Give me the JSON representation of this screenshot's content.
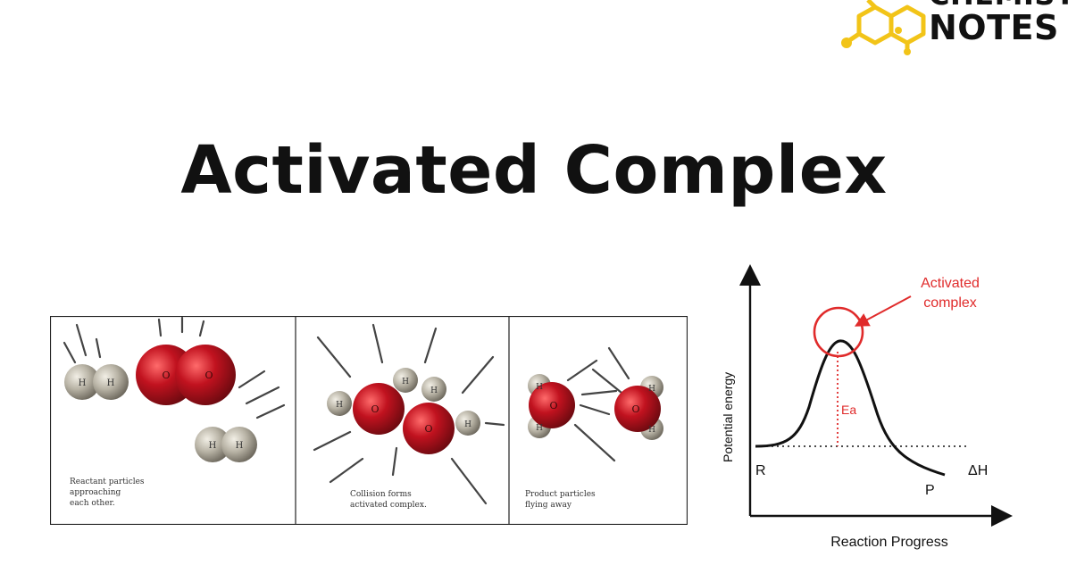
{
  "logo": {
    "line1": "CHEMIST",
    "line2": "NOTES",
    "color": "#f2c418"
  },
  "title": "Activated Complex",
  "panels": {
    "panel1": {
      "caption": "Reactant particles\napproaching\neach other."
    },
    "panel2": {
      "caption": "Collision forms\nactivated complex."
    },
    "panel3": {
      "caption": "Product particles\nflying away"
    },
    "atom_labels": {
      "hydrogen": "H",
      "oxygen": "O"
    },
    "colors": {
      "oxygen": "#c1121f",
      "hydrogen": "#b9b4a6"
    }
  },
  "energy_diagram": {
    "annotation": {
      "line1": "Activated",
      "line2": "complex"
    },
    "y_axis_label": "Potential energy",
    "x_axis_label": "Reaction Progress",
    "reactant_label": "R",
    "product_label": "P",
    "enthalpy_label": "ΔH",
    "activation_label": "Ea",
    "accent_color": "#e02b2b"
  }
}
